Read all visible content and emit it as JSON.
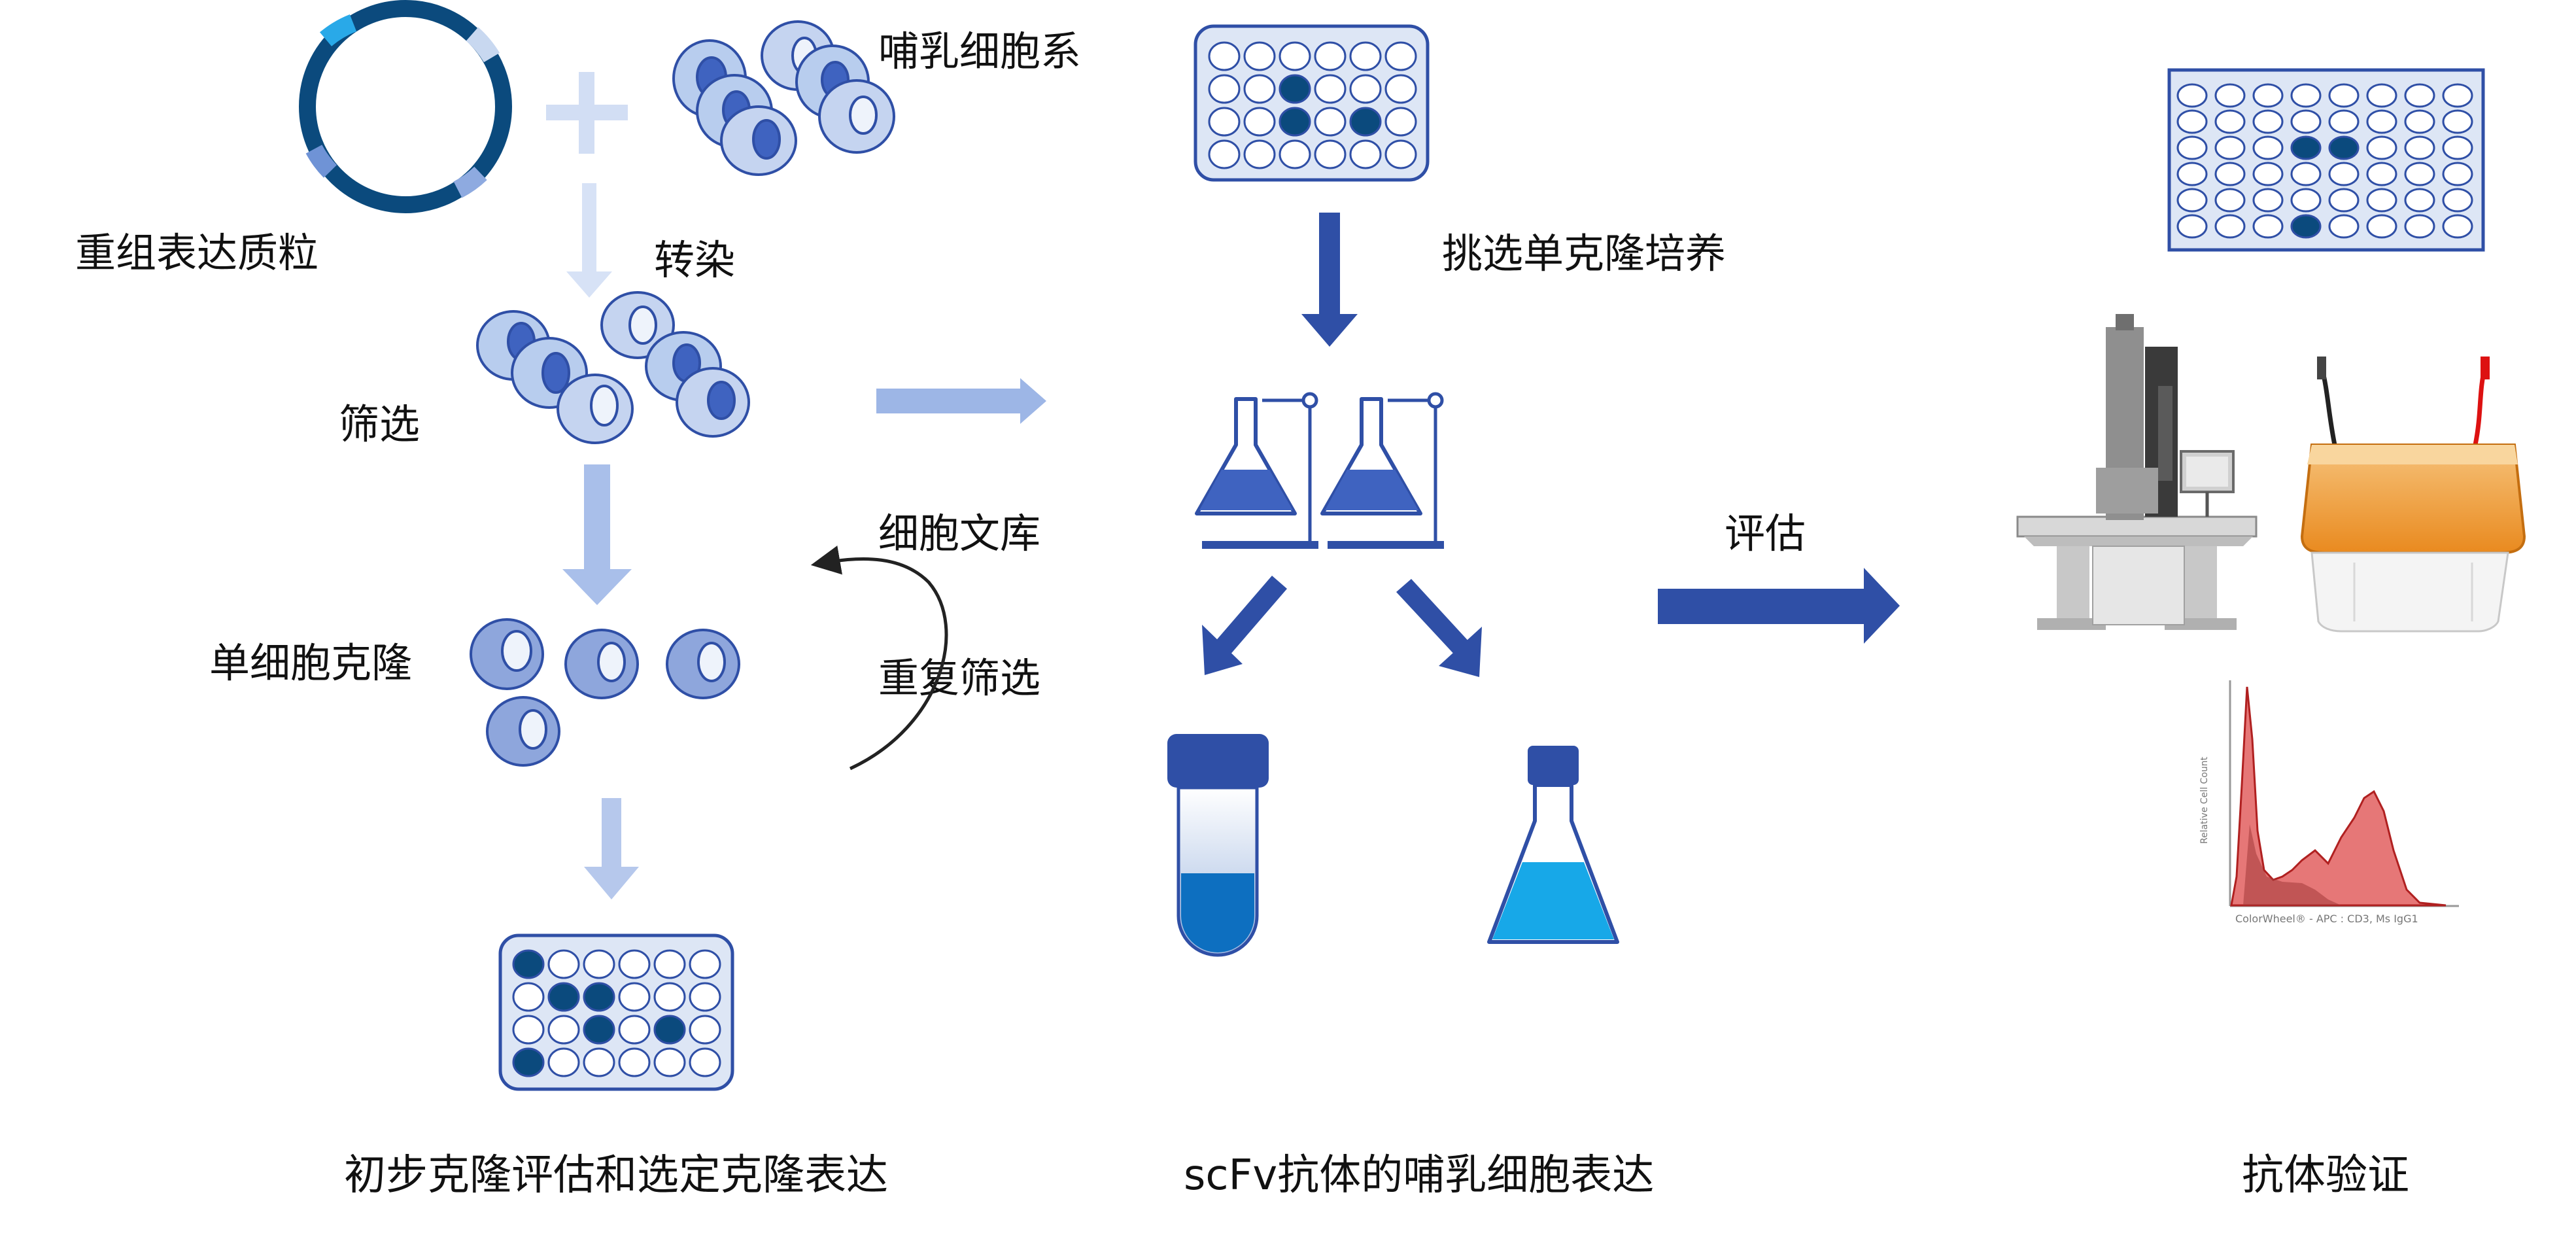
{
  "labels": {
    "plasmid": "重组表达质粒",
    "cell_line": "哺乳细胞系",
    "transfect": "转染",
    "screen": "筛选",
    "single_clone": "单细胞克隆",
    "library": "细胞文库",
    "repeat_screen": "重复筛选",
    "pick_clone": "挑选单克隆培养",
    "evaluate": "评估"
  },
  "captions": {
    "left": "初步克隆评估和选定克隆表达",
    "middle": "scFv抗体的哺乳细胞表达",
    "right": "抗体验证"
  },
  "histogram": {
    "y_label": "Relative Cell Count",
    "x_label": "ColorWheel® - APC : CD3, Ms IgG1"
  },
  "colors": {
    "dark_blue": "#0b4a7d",
    "mid_blue": "#2f4fa6",
    "light_blue": "#b8c8ec",
    "cell_fill": "#c5d4f0",
    "nucleus": "#3f63c0",
    "cyan": "#17a8e8",
    "well_plate_bg": "#dde6f5",
    "histogram_red": "#e05555"
  },
  "icons": {
    "plasmid": "plasmid-ring-icon",
    "plus": "plus-icon",
    "cells": "cell-icon",
    "well_plate": "well-plate-icon",
    "flask": "erlenmeyer-flask-icon",
    "tube": "centrifuge-tube-icon",
    "microscope": "electron-microscope-icon",
    "electrophoresis": "electrophoresis-tank-icon",
    "histogram": "flow-cytometry-histogram-icon",
    "arrow": "arrow-icon"
  }
}
